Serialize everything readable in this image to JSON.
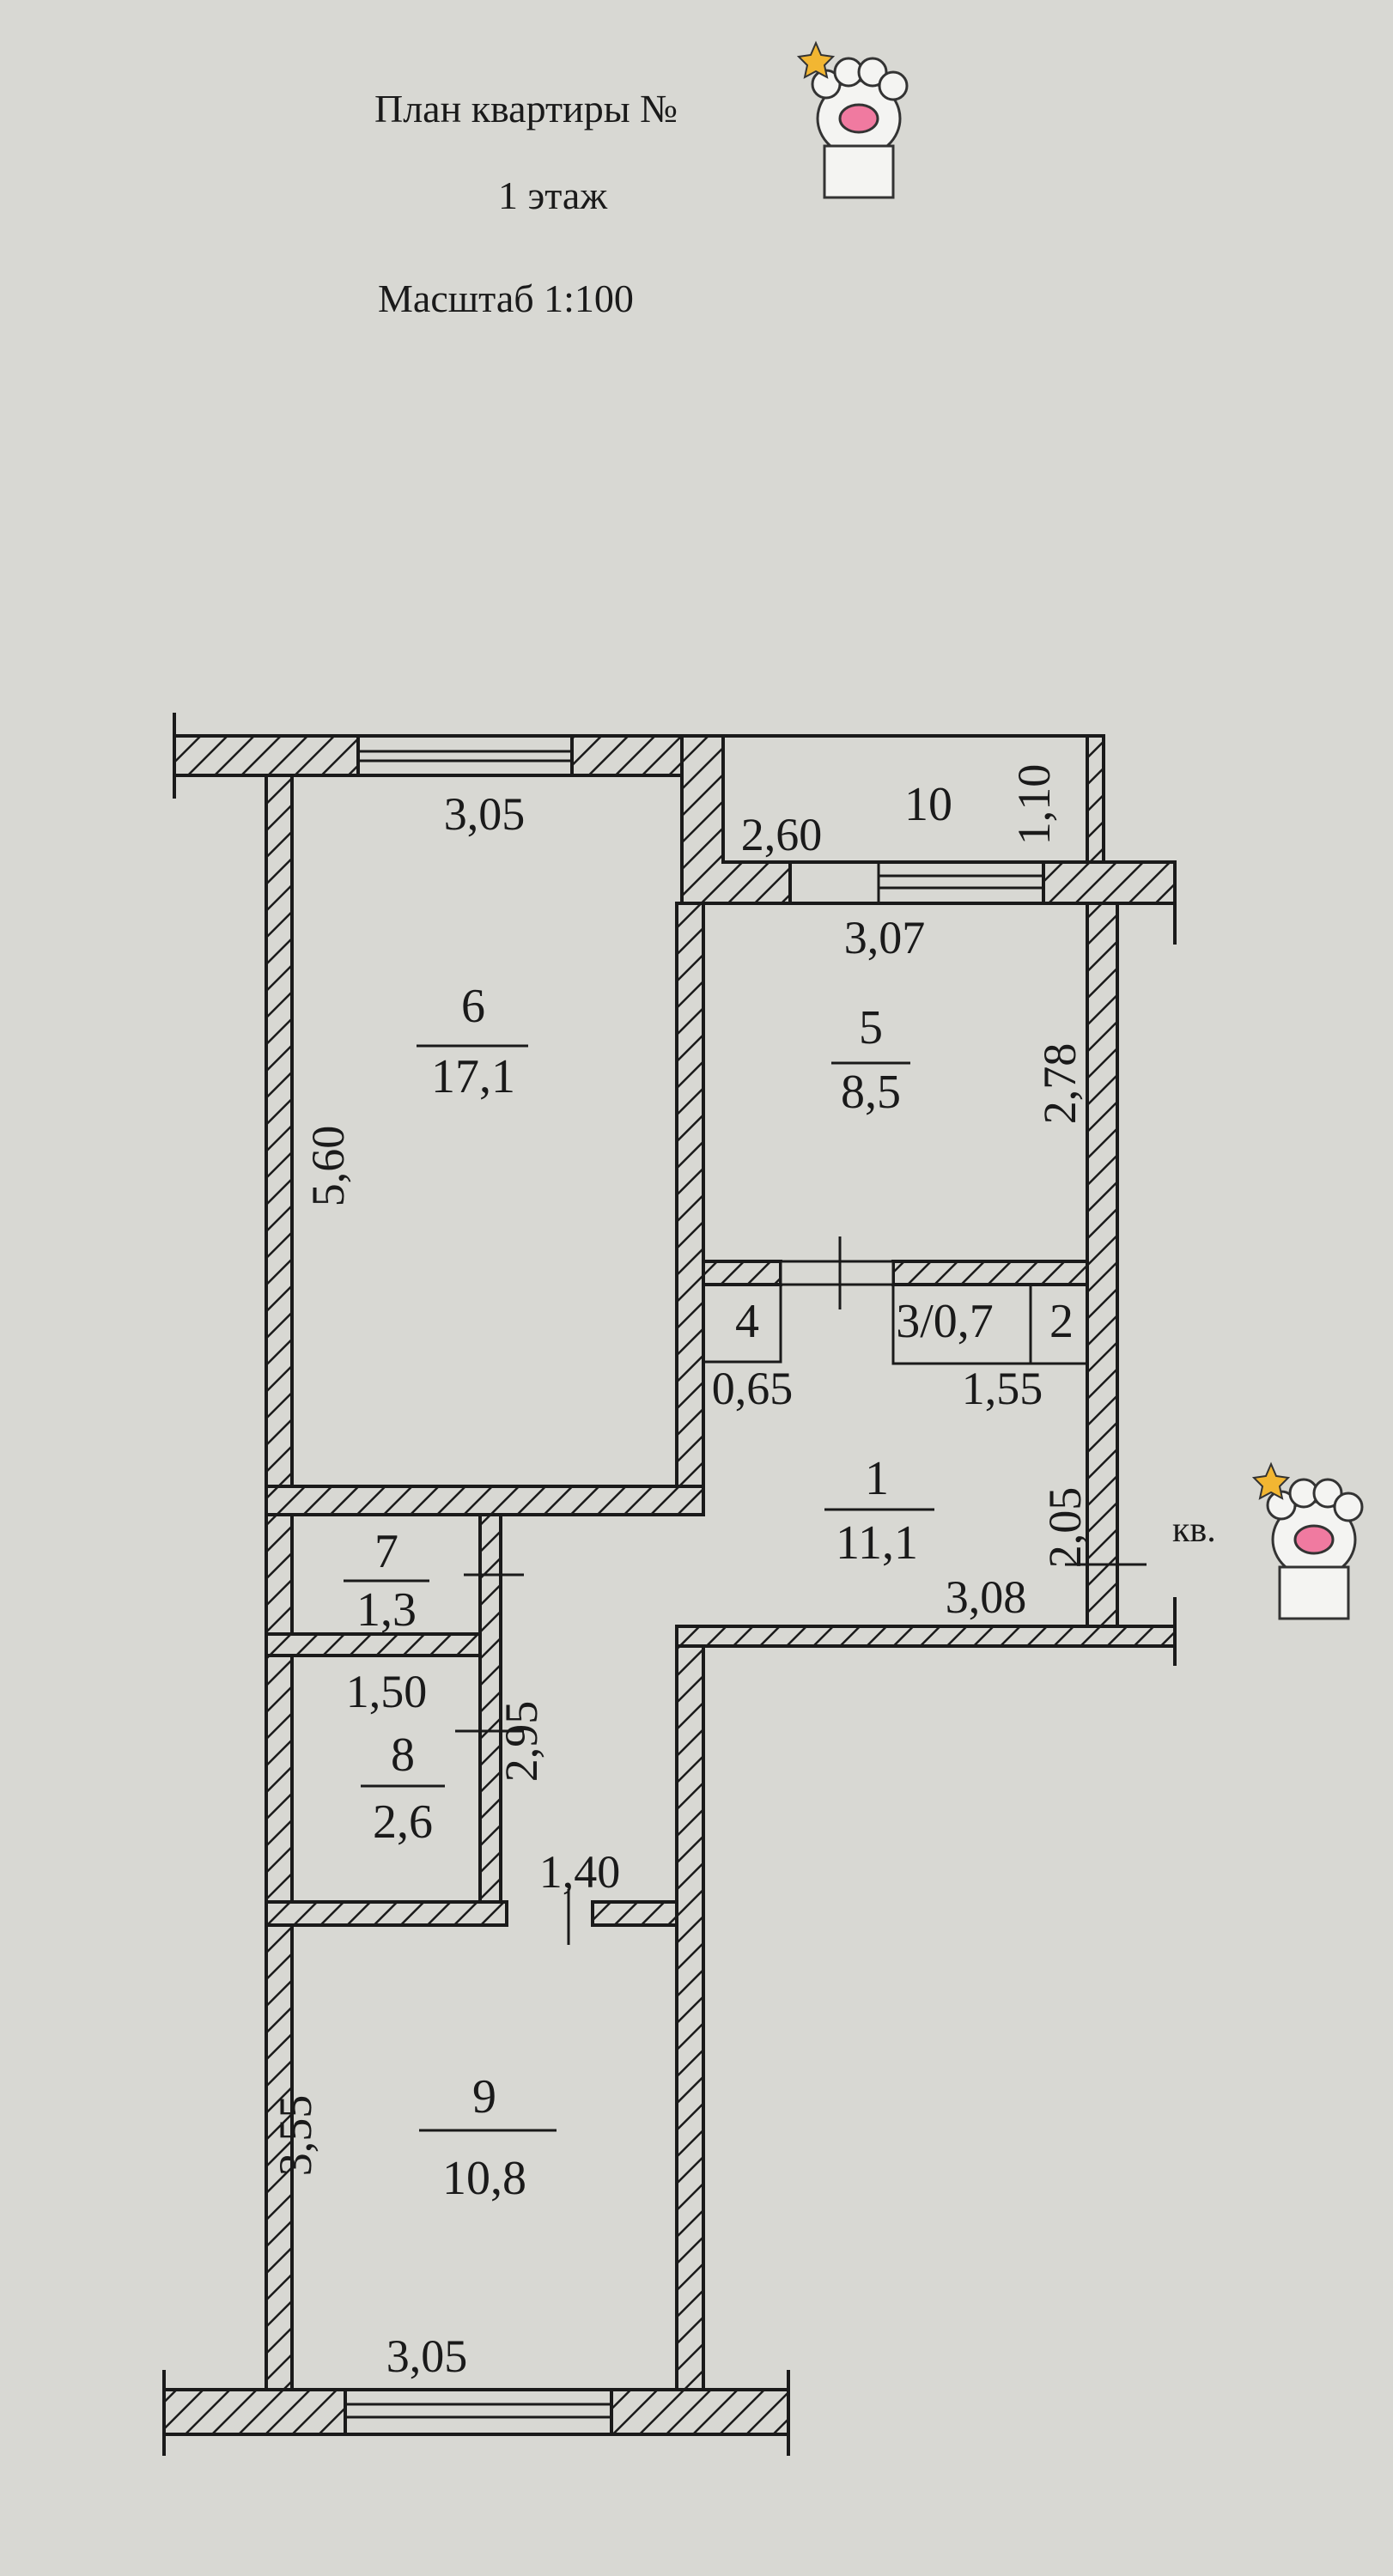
{
  "header": {
    "title": "План квартиры №",
    "floor": "1 этаж",
    "scale": "Масштаб 1:100"
  },
  "rooms": [
    {
      "number": "1",
      "area": "11,1"
    },
    {
      "number": "5",
      "area": "8,5"
    },
    {
      "number": "6",
      "area": "17,1"
    },
    {
      "number": "7",
      "area": "1,3"
    },
    {
      "number": "8",
      "area": "2,6"
    },
    {
      "number": "9",
      "area": "10,8"
    },
    {
      "number": "10"
    },
    {
      "number": "4"
    },
    {
      "number": "3/0,7"
    },
    {
      "number": "2"
    }
  ],
  "dimensions": {
    "room6_width": "3,05",
    "room6_length": "5,60",
    "balcony_width": "2,60",
    "balcony_depth": "1,10",
    "room5_width": "3,07",
    "room5_length": "2,78",
    "room4_width": "0,65",
    "room3_2_width": "1,55",
    "hall_depth": "2,05",
    "hall_width": "3,08",
    "room8_width": "1,50",
    "corridor_length": "2,95",
    "corridor_width": "1,40",
    "room9_length": "3,55",
    "room9_width": "3,05"
  },
  "apartment_label": "кв.",
  "colors": {
    "paper": "#d8d8d3",
    "ink": "#1a1a1a",
    "sticker_nose": "#f07aa0"
  },
  "icons": [
    "paw-sticker-icon",
    "paw-sticker-icon"
  ]
}
